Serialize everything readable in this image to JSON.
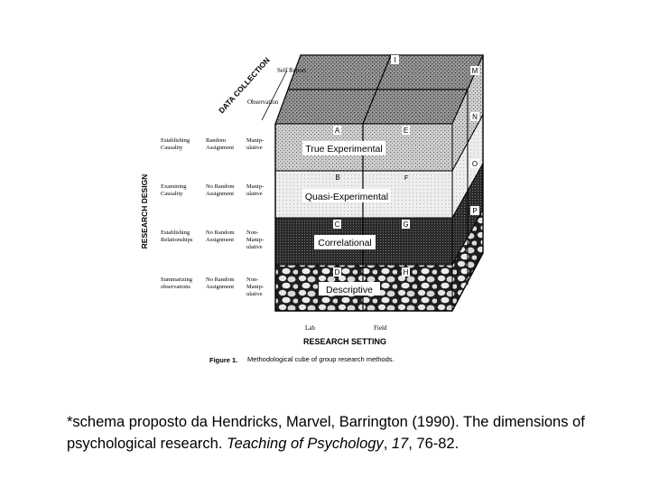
{
  "figure": {
    "axis_data_collection": "DATA COLLECTION",
    "axis_research_design": "RESEARCH DESIGN",
    "axis_research_setting": "RESEARCH SETTING",
    "depth_self_report": "Self Report",
    "depth_observation": "Observation",
    "setting_lab": "Lab",
    "setting_field": "Field",
    "figure_number": "Figure 1.",
    "figure_title": "Methodological cube of group research methods.",
    "layers": [
      {
        "label": "True Experimental",
        "purpose": [
          "Establishing",
          "Causality"
        ],
        "assignment": [
          "Random",
          "Assignment"
        ],
        "manipulation": [
          "Manip-",
          "ulative"
        ],
        "front_letters": [
          "A",
          "E"
        ],
        "side_letter": "N"
      },
      {
        "label": "Quasi-Experimental",
        "purpose": [
          "Examining",
          "Causality"
        ],
        "assignment": [
          "No Random",
          "Assignment"
        ],
        "manipulation": [
          "Manip-",
          "ulative"
        ],
        "front_letters": [
          "B",
          "F"
        ],
        "side_letter": "O"
      },
      {
        "label": "Correlational",
        "purpose": [
          "Establishing",
          "Relationships"
        ],
        "assignment": [
          "No Random",
          "Assignment"
        ],
        "manipulation": [
          "Non-",
          "Manip-",
          "ulative"
        ],
        "front_letters": [
          "C",
          "G"
        ],
        "side_letter": "P"
      },
      {
        "label": "Descriptive",
        "purpose": [
          "Summarizing",
          "observations"
        ],
        "assignment": [
          "No Random",
          "Assignment"
        ],
        "manipulation": [
          "Non-",
          "Manip-",
          "ulative"
        ],
        "front_letters": [
          "D",
          "H"
        ],
        "side_letter": ""
      }
    ],
    "top_letters": [
      "I",
      "M"
    ]
  },
  "caption": {
    "prefix": "*schema proposto da Hendricks, Marvel, Barrington (1990). The dimensions of psychological research. ",
    "journal": "Teaching of Psychology",
    "sep1": ", ",
    "volume": "17",
    "pages": ", 76-82."
  }
}
